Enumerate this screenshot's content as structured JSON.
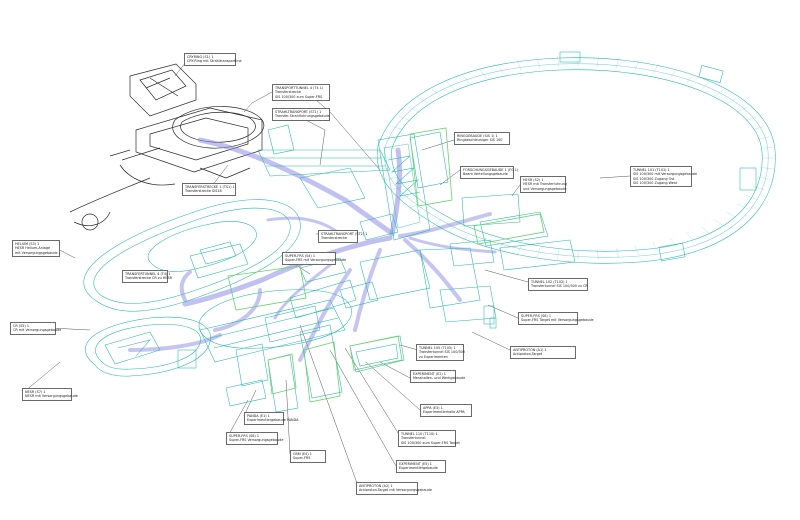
{
  "diagram": {
    "colors": {
      "building": "#24b8b0",
      "beamline": "#8c8ce6",
      "new_building": "#6cd26c",
      "existing": "#2a2a2a",
      "leader": "#444444"
    },
    "labels": [
      {
        "id": "l01",
        "lines": [
          "CRYRING (S1) 1",
          "CRY-Ring mit Strahltransportline"
        ]
      },
      {
        "id": "l02",
        "lines": [
          "TRANSPORTTUNNEL 4 (T4 1)",
          "Transferstrecke",
          "SIS 100/300 zum Super-FRS"
        ]
      },
      {
        "id": "l03",
        "lines": [
          "STRAHLTRANSPORT (ST1) 1",
          "Transfer-Strahlfuhrungsgebaude"
        ]
      },
      {
        "id": "l04",
        "lines": [
          "RINGGEBAUDE (SIS 1) 1",
          "Ringbeschleuniger SIS 100"
        ]
      },
      {
        "id": "l05",
        "lines": [
          "TRANSFERSTRECKE 1 (TS1) 1",
          "Transferstrecke SIS18"
        ]
      },
      {
        "id": "l06",
        "lines": [
          "FORSCHUNGSGEBAUDE 1 (FG 1)",
          "Beam Verteilungsgebaude"
        ]
      },
      {
        "id": "l07",
        "lines": [
          "TUNNEL 101 (T101) 1",
          "SIS 100/300 mit Versorgungsgebaude",
          "SIS 100/300 Zugang Ost",
          "SIS 100/300 Zugang West"
        ]
      },
      {
        "id": "l08",
        "lines": [
          "HESR (S2) 1",
          "HESR mit Transferfuhrung",
          "und Versorgungsgebaude"
        ]
      },
      {
        "id": "l09",
        "lines": [
          "HELIUM (S3) 1",
          "HESR Helium-Anlage",
          "mit Versorgungsgebaude"
        ]
      },
      {
        "id": "l10",
        "lines": [
          "STRAHLTRANSPORT (ST2) 1",
          "Transferstrecke"
        ]
      },
      {
        "id": "l11",
        "lines": [
          "SUPER-FRS (S4) 1",
          "Super-FRS mit Versorgungsgebaude"
        ]
      },
      {
        "id": "l12",
        "lines": [
          "TRANSFERTUNNEL 4 (T4) 1",
          "Transferstrecke CR zu HESR"
        ]
      },
      {
        "id": "l13",
        "lines": [
          "TUNNEL 102 (T102) 1",
          "Transfertunnel SIS 100/300 zu CR"
        ]
      },
      {
        "id": "l14",
        "lines": [
          "CR (S5) 1",
          "CR mit Versorgungsgebaude"
        ]
      },
      {
        "id": "l15",
        "lines": [
          "SUPER-FRS (S6) 1",
          "Super-FRS Target mit Versorgungsgebaude"
        ]
      },
      {
        "id": "l16",
        "lines": [
          "ANTIPROTON (A1) 1",
          "Antiproton-Target"
        ]
      },
      {
        "id": "l17",
        "lines": [
          "TUNNEL 105 (T105) 1",
          "Transfertunnel SIS 100/300",
          "zu Experimenten"
        ]
      },
      {
        "id": "l18",
        "lines": [
          "EXPERIMENT (E2) 1",
          "Messhallen- und Werkgebaude"
        ]
      },
      {
        "id": "l19",
        "lines": [
          "NESR (S7) 1",
          "NESR mit Versorgungsgebaude"
        ]
      },
      {
        "id": "l20",
        "lines": [
          "APPA (E3) 1",
          "Experimentierhalle APPA"
        ]
      },
      {
        "id": "l21",
        "lines": [
          "PANDA (E1) 1",
          "Experimentiergebaude PANDA"
        ]
      },
      {
        "id": "l22",
        "lines": [
          "TUNNEL 110 (T110) 1",
          "Transfertunnel",
          "SIS 100/300 zum Super-FRS Target"
        ]
      },
      {
        "id": "l23",
        "lines": [
          "SUPER-FRS (S8) 1",
          "Super-FRS Versorgungsgebaude"
        ]
      },
      {
        "id": "l24",
        "lines": [
          "CBM (E4) 1",
          "Super-FRS"
        ]
      },
      {
        "id": "l25",
        "lines": [
          "EXPERIMENT (E5) 1",
          "Experimentiergebaude"
        ]
      },
      {
        "id": "l26",
        "lines": [
          "ANTIPROTON (A2) 1",
          "Antiproton-Target mit Versorgungsgebaude"
        ]
      }
    ]
  }
}
